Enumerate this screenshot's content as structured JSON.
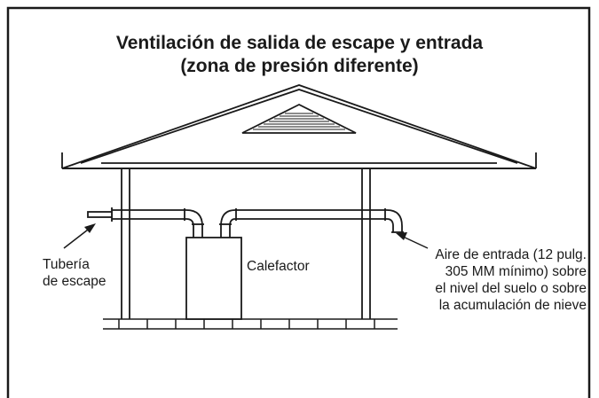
{
  "title": {
    "line1": "Ventilación de salida de escape y entrada",
    "line2": "(zona de presión diferente)"
  },
  "labels": {
    "exhaust_line1": "Tubería",
    "exhaust_line2": "de escape",
    "heater": "Calefactor",
    "intake_line1": "Aire de entrada (12 pulg.",
    "intake_line2": "305 MM mínimo) sobre",
    "intake_line3": "el nivel del suelo o sobre",
    "intake_line4": "la acumulación de nieve"
  },
  "colors": {
    "line": "#1a1a1a",
    "background": "#ffffff"
  }
}
